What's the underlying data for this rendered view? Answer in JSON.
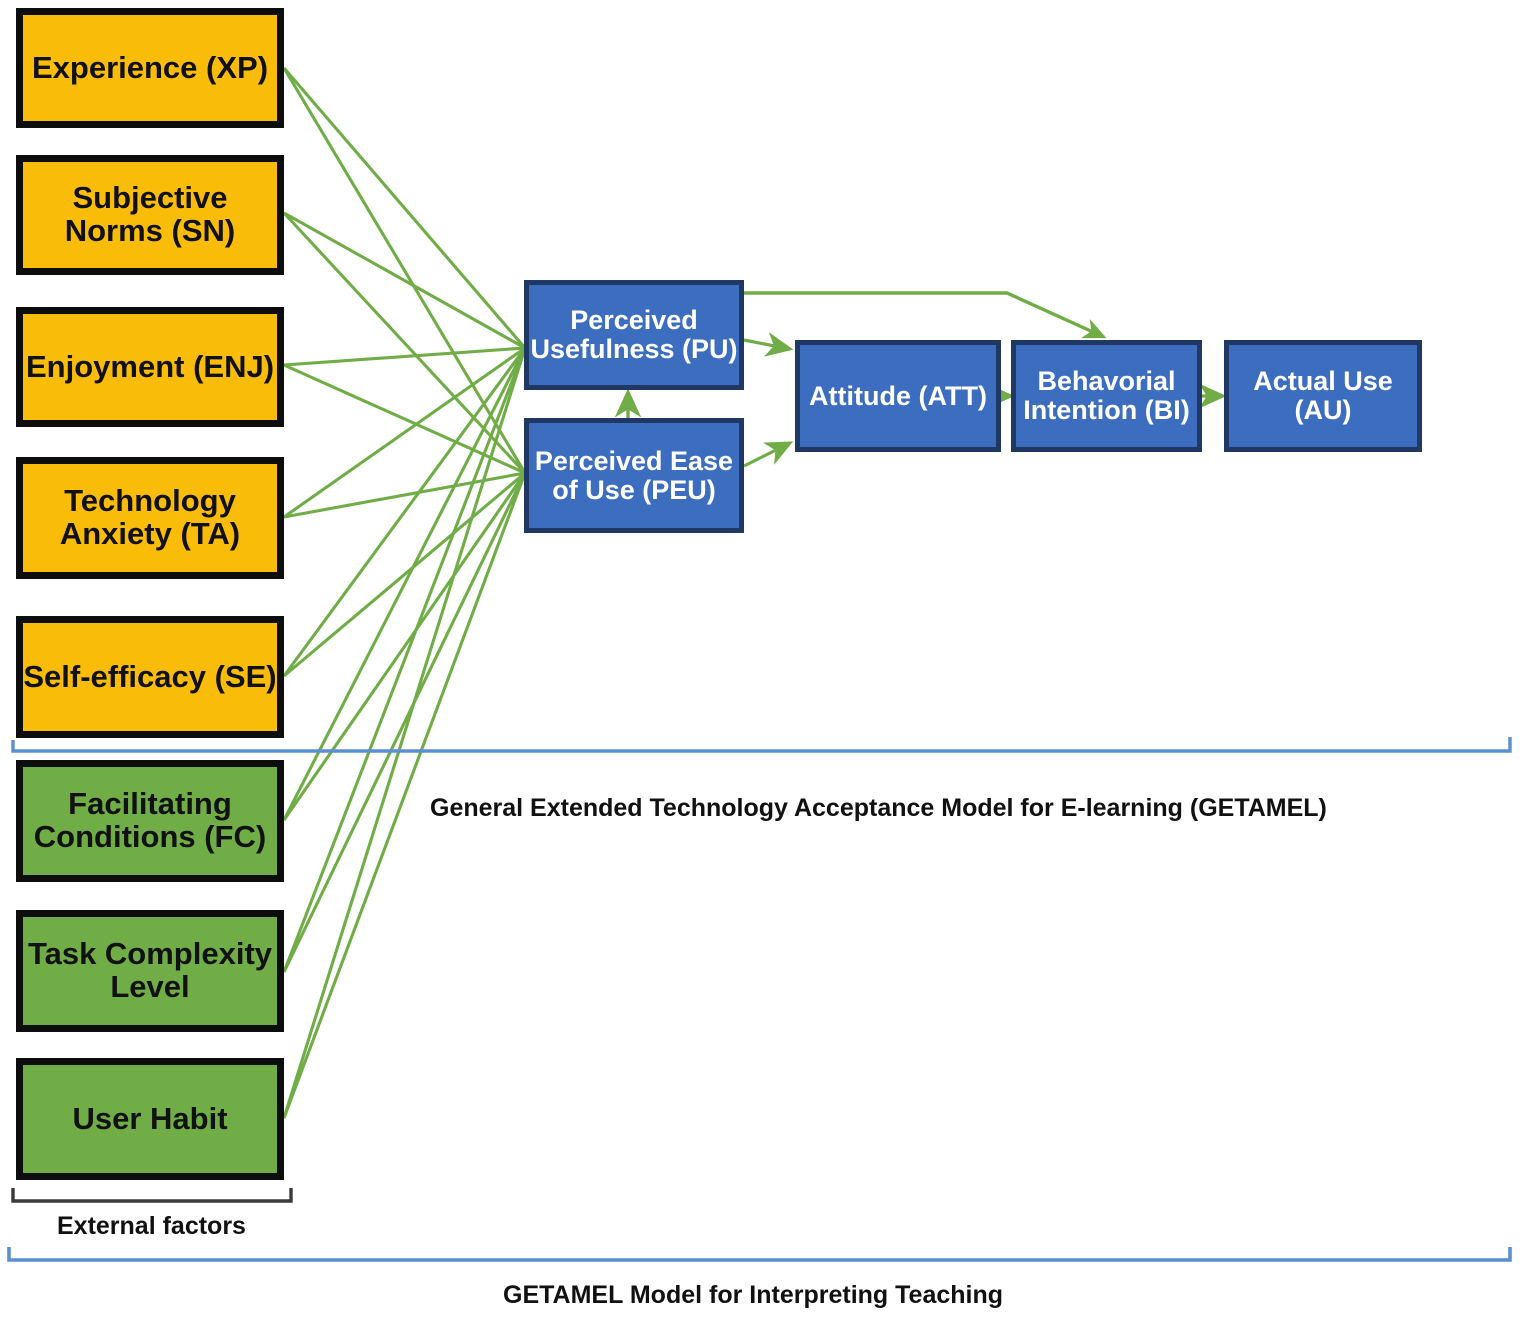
{
  "diagram": {
    "title": "GETAMEL Model for Interpreting Teaching",
    "colors": {
      "external_fill": "#F9BC08",
      "green_fill": "#70AD47",
      "blue_fill": "#3D6DBF",
      "blue_border": "#1F3864",
      "arrow": "#70AD47",
      "bracket": "#5B8FD4",
      "box_border": "#0D0D0D"
    },
    "external_factors": [
      {
        "id": "xp",
        "label": "Experience (XP)"
      },
      {
        "id": "sn",
        "label": "Subjective Norms (SN)"
      },
      {
        "id": "enj",
        "label": "Enjoyment (ENJ)"
      },
      {
        "id": "ta",
        "label": "Technology Anxiety (TA)"
      },
      {
        "id": "se",
        "label": "Self-efficacy (SE)"
      },
      {
        "id": "fc",
        "label": "Facilitating Conditions (FC)"
      },
      {
        "id": "tcl",
        "label": "Task Complexity Level"
      },
      {
        "id": "uh",
        "label": "User Habit"
      }
    ],
    "core_constructs": [
      {
        "id": "pu",
        "label": "Perceived Usefulness (PU)"
      },
      {
        "id": "peu",
        "label": "Perceived Ease of Use (PEU)"
      },
      {
        "id": "att",
        "label": "Attitude (ATT)"
      },
      {
        "id": "bi",
        "label": "Behavorial Intention (BI)"
      },
      {
        "id": "au",
        "label": "Actual Use (AU)"
      }
    ],
    "captions": {
      "getamel": "General Extended Technology Acceptance Model for E-learning (GETAMEL)",
      "external": "External factors",
      "bottom": "GETAMEL Model for Interpreting Teaching"
    },
    "relations": [
      "XP -> PU",
      "XP -> PEU",
      "SN -> PU",
      "SN -> PEU",
      "ENJ -> PU",
      "ENJ -> PEU",
      "TA -> PU",
      "TA -> PEU",
      "SE -> PU",
      "SE -> PEU",
      "FC -> PU",
      "FC -> PEU",
      "TCL -> PU",
      "TCL -> PEU",
      "UH -> PU",
      "UH -> PEU",
      "PEU -> PU",
      "PU -> ATT",
      "PEU -> ATT",
      "PU -> BI",
      "ATT -> BI",
      "BI -> AU"
    ]
  }
}
